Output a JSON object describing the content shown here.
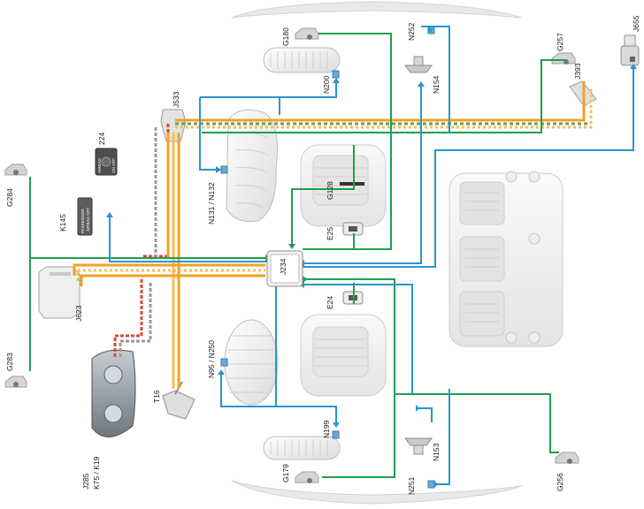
{
  "colors": {
    "green": "#1e9e52",
    "blue": "#2a95cf",
    "orange": "#f0a224",
    "orange_light": "#f6bd58",
    "red": "#d84a3a",
    "grey": "#9a9a9a",
    "outline": "#cfcfcf",
    "part_fill": "#f1f1f1"
  },
  "labels": {
    "j234": "J234",
    "j533": "J533",
    "j655": "J655",
    "j393": "J393",
    "j623": "J623",
    "j285": "J285",
    "k75_k19": "K75 / K19",
    "g257": "G257",
    "g180": "G180",
    "g128": "G128",
    "g284": "G284",
    "g283": "G283",
    "g179": "G179",
    "g256": "G256",
    "n252": "N252",
    "n154": "N154",
    "n200": "N200",
    "n131_n132": "N131 / N132",
    "n95_n250": "N95 / N250",
    "n199": "N199",
    "n153": "N153",
    "n251": "N251",
    "e25": "E25",
    "e24": "E24",
    "t16": "T16",
    "k145": "K145",
    "n224": "224"
  },
  "k145_lines": [
    "PASSENGER",
    "AIRBAG OFF"
  ],
  "switch_224_lines": [
    "AIRBAG",
    "ON OFF"
  ]
}
